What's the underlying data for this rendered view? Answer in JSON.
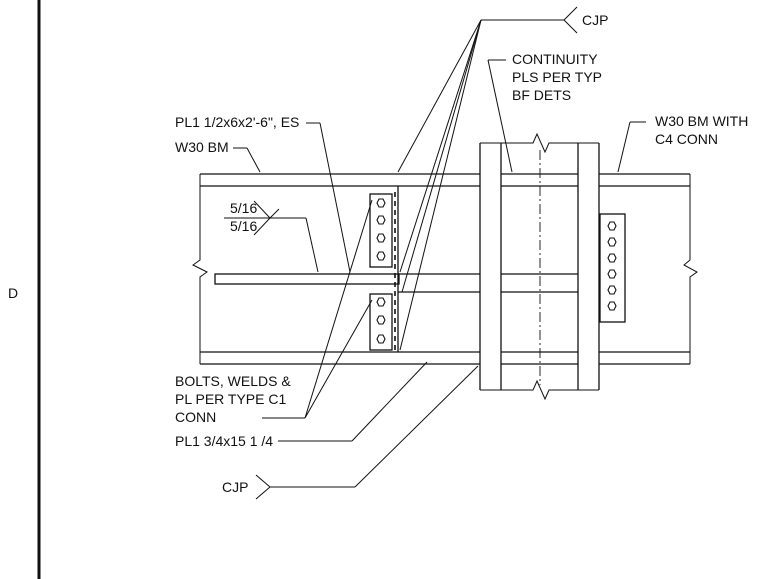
{
  "sheet": {
    "grid_marker": "D"
  },
  "labels": {
    "cjp_top": "CJP",
    "continuity_1": "CONTINUITY",
    "continuity_2": "PLS PER TYP",
    "continuity_3": "BF DETS",
    "plate_es": "PL1 1/2x6x2'-6\", ES",
    "w30_bm": "W30 BM",
    "w30_with_1": "W30 BM WITH",
    "w30_with_2": "C4 CONN",
    "weld_top": "5/16",
    "weld_bottom": "5/16",
    "bolts_1": "BOLTS, WELDS &",
    "bolts_2": "PL PER TYPE C1",
    "bolts_3": "CONN",
    "pl_bottom": "PL1 3/4x15 1 /4",
    "cjp_bottom": "CJP"
  },
  "colors": {
    "line": "#111111",
    "background": "#ffffff"
  }
}
